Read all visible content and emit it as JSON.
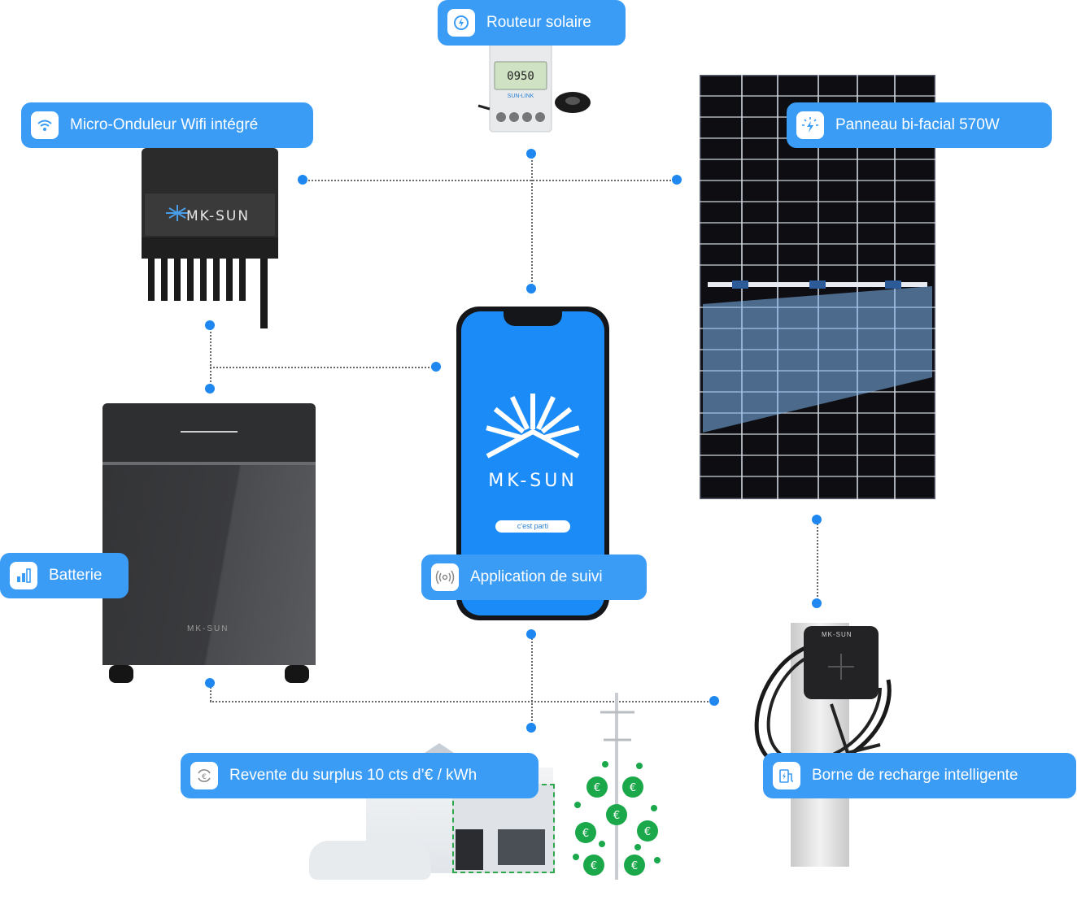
{
  "labels": {
    "router": "Routeur solaire",
    "micro_inverter": "Micro-Onduleur Wifi intégré",
    "panel": "Panneau bi-facial 570W",
    "battery": "Batterie",
    "app": "Application de suivi",
    "resale": "Revente du surplus 10 cts d’€ / kWh",
    "charger": "Borne de recharge intelligente"
  },
  "brand": {
    "name": "MK-SUN",
    "app_button": "c'est parti",
    "router_display": "0950",
    "router_brand": "SUN-LINK"
  },
  "icons": {
    "router": "gauge-icon",
    "micro_inverter": "wifi-icon",
    "panel": "sun-bolt-icon",
    "battery": "bar-chart-icon",
    "app": "signal-icon",
    "resale": "refresh-euro-icon",
    "charger": "ev-charge-icon"
  },
  "colors": {
    "pill": "#3b9cf5",
    "dot": "#1e88f0",
    "phone_screen": "#1b8cf7",
    "euro_coin": "#1aa84a"
  }
}
